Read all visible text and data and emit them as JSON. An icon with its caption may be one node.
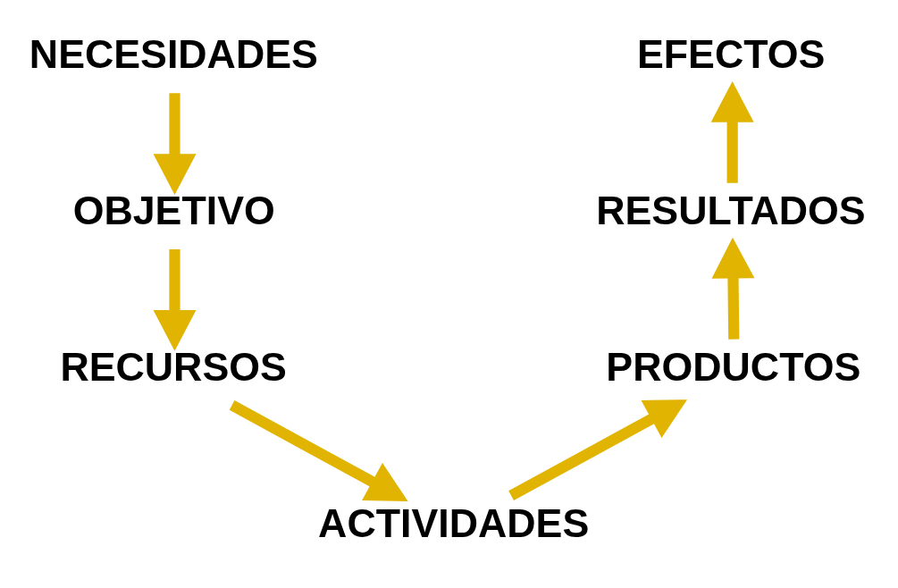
{
  "diagram": {
    "nodes": [
      {
        "text": [
          "NECESIDADES"
        ]
      },
      {
        "text": [
          "OBJETIVO"
        ]
      },
      {
        "text": [
          "RECURSOS"
        ]
      },
      {
        "text": [
          "ACTIVIDADES"
        ]
      },
      {
        "text": [
          "PRODUCTOS"
        ]
      },
      {
        "text": [
          "RESULTADOS"
        ]
      },
      {
        "text": [
          "EFECTOS"
        ]
      }
    ],
    "edges": [
      {
        "from": 0,
        "to": 1,
        "arrow": "to"
      },
      {
        "from": 1,
        "to": 2,
        "arrow": "to"
      },
      {
        "from": 2,
        "to": 3,
        "arrow": "to"
      },
      {
        "from": 3,
        "to": 4,
        "arrow": "to"
      },
      {
        "from": 4,
        "to": 5,
        "arrow": "to"
      },
      {
        "from": 5,
        "to": 6,
        "arrow": "to"
      }
    ]
  }
}
